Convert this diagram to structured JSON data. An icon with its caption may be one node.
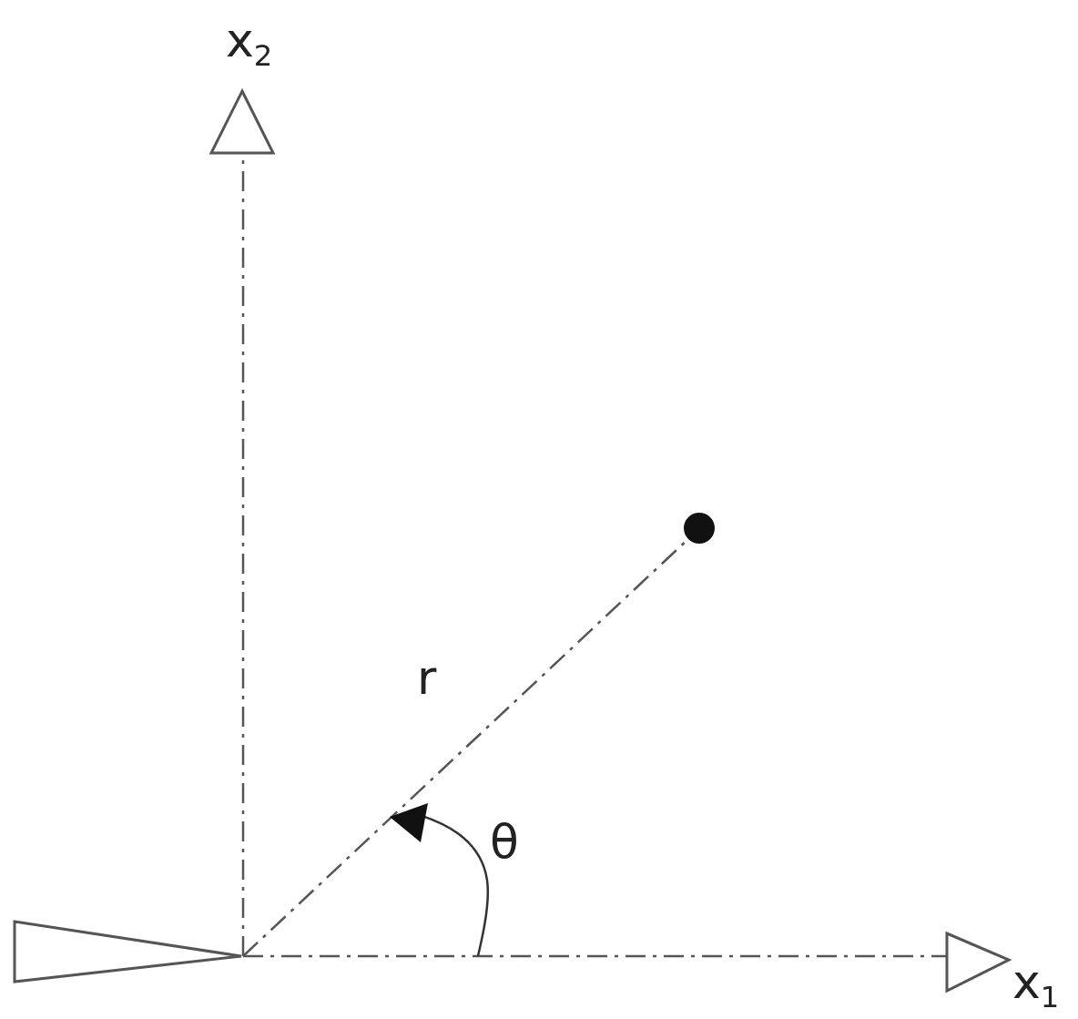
{
  "diagram": {
    "nodes": [
      {
        "text": [],
        "shape": "triangle"
      }
    ],
    "labels": [
      "x$_{2}$",
      "r",
      "θ",
      "x$_{1}$"
    ]
  }
}
